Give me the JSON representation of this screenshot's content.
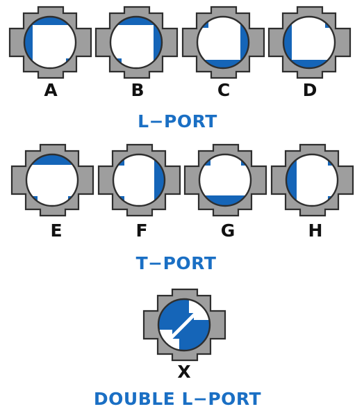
{
  "colors": {
    "body": "#9e9e9e",
    "outline": "#2e2e2e",
    "port_fill": "#1565b8",
    "bore": "#ffffff",
    "title": "#1a6fc4",
    "letter": "#111111"
  },
  "sections": {
    "l_port": {
      "title": "L−PORT",
      "valves": [
        {
          "label": "A",
          "pattern": "l_right_bottom",
          "icon": "l-port-valve-icon"
        },
        {
          "label": "B",
          "pattern": "l_left_bottom",
          "icon": "l-port-valve-icon"
        },
        {
          "label": "C",
          "pattern": "l_left_top",
          "icon": "l-port-valve-icon"
        },
        {
          "label": "D",
          "pattern": "l_top_right",
          "icon": "l-port-valve-icon"
        }
      ]
    },
    "t_port": {
      "title": "T−PORT",
      "valves": [
        {
          "label": "E",
          "pattern": "t_left_right_bottom",
          "icon": "t-port-valve-icon"
        },
        {
          "label": "F",
          "pattern": "t_top_left_bottom",
          "icon": "t-port-valve-icon"
        },
        {
          "label": "G",
          "pattern": "t_left_top_right",
          "icon": "t-port-valve-icon"
        },
        {
          "label": "H",
          "pattern": "t_top_right_bottom",
          "icon": "t-port-valve-icon"
        }
      ]
    },
    "double_l_port": {
      "title": "DOUBLE L−PORT",
      "valves": [
        {
          "label": "X",
          "pattern": "double_l",
          "icon": "double-l-port-valve-icon"
        }
      ]
    }
  }
}
